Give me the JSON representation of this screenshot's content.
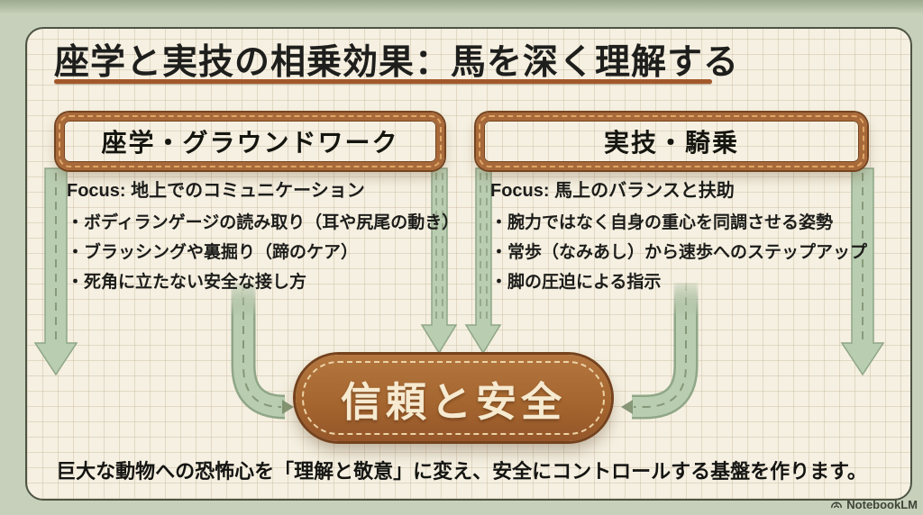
{
  "title": {
    "text": "座学と実技の相乗効果：馬を深く理解する"
  },
  "columns": [
    {
      "header": "座学・グラウンドワーク",
      "focus": "Focus: 地上でのコミュニケーション",
      "bullets": [
        "・ボディランゲージの読み取り（耳や尻尾の動き）",
        "・ブラッシングや裏掘り（蹄のケア）",
        "・死角に立たない安全な接し方"
      ]
    },
    {
      "header": "実技・騎乗",
      "focus": "Focus: 馬上のバランスと扶助",
      "bullets": [
        "・腕力ではなく自身の重心を同調させる姿勢",
        "・常歩（なみあし）から速歩へのステップアップ",
        "・脚の圧迫による指示"
      ]
    }
  ],
  "badge": {
    "label": "信頼と安全"
  },
  "footer": {
    "summary": "巨大な動物への恐怖心を「理解と敬意」に変え、安全にコントロールする基盤を作ります。",
    "attribution": "NotebookLM",
    "attribution_icon": "notebooklm-logo"
  },
  "colors": {
    "paper": "#f5f0e1",
    "frame_green": "#c7d0ba",
    "leather_brown": "#a8693a",
    "stitch_tan": "#dfa766",
    "sage_arrow": "#b9cdb1",
    "accent_underline": "#a3582b",
    "badge_text": "#f6ead0",
    "ink": "#1e1e1c"
  }
}
